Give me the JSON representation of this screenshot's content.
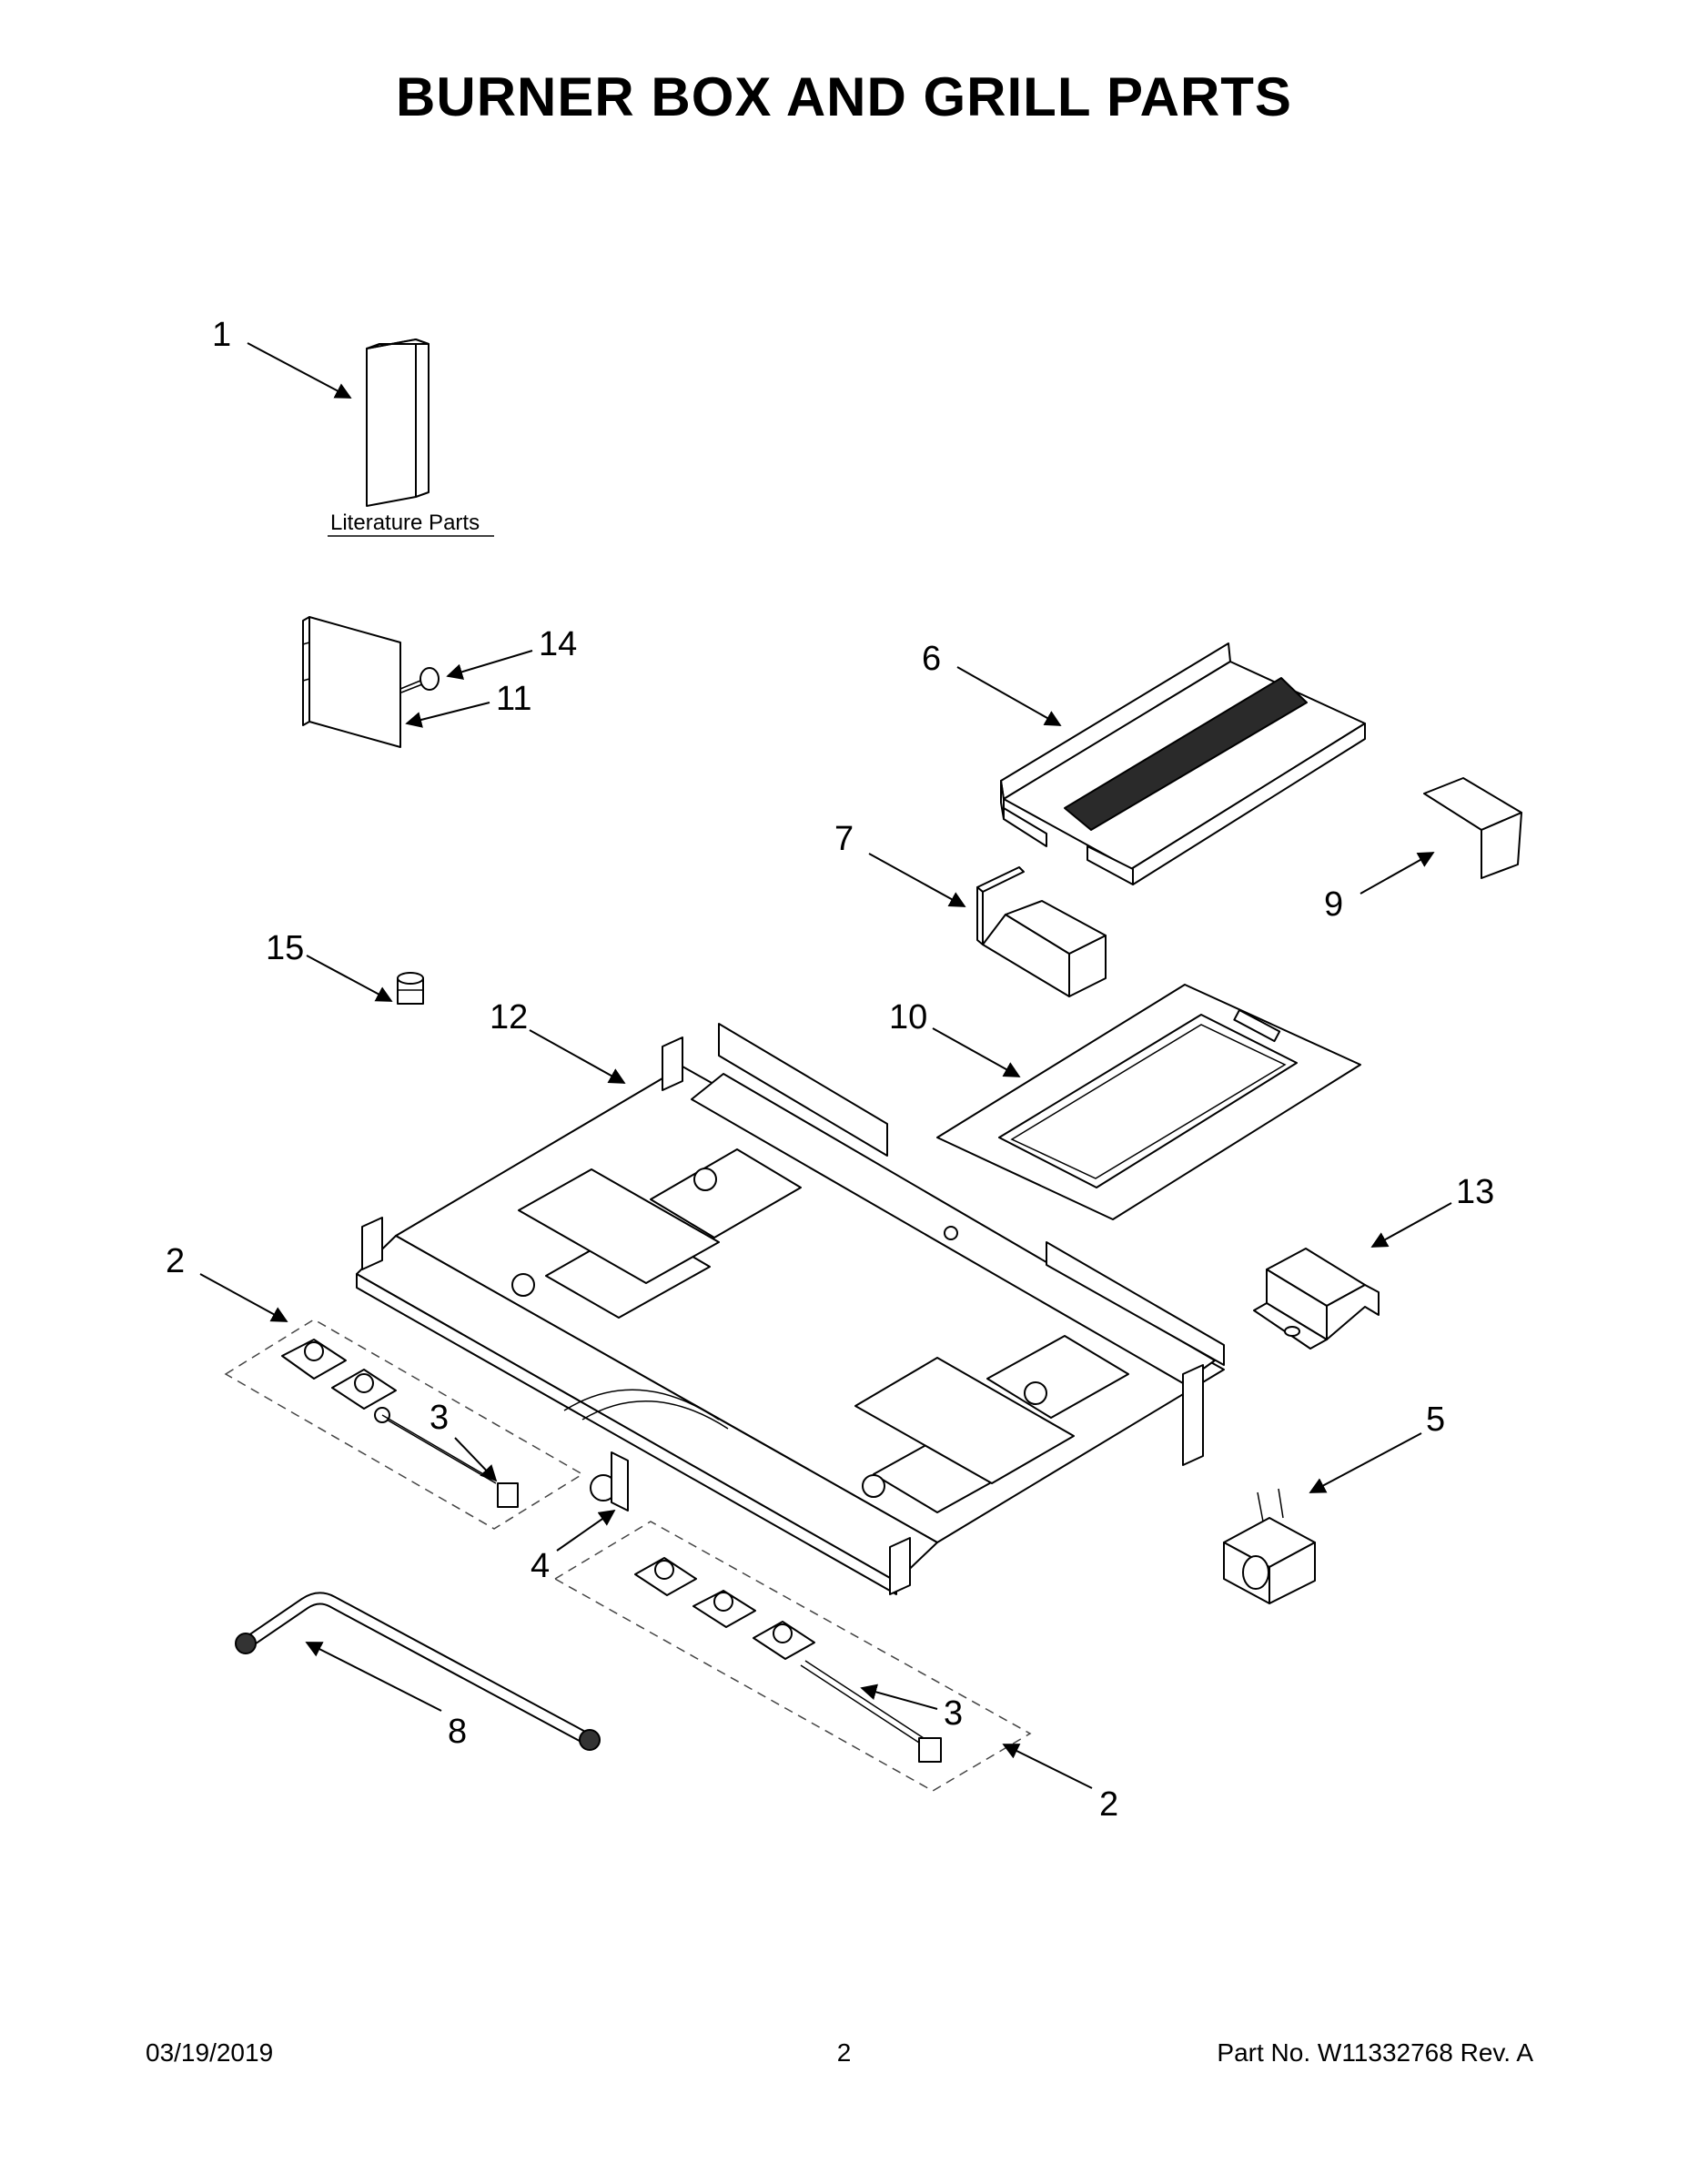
{
  "title": "BURNER BOX AND GRILL PARTS",
  "literature_label": "Literature Parts",
  "callouts": {
    "c1": "1",
    "c2a": "2",
    "c2b": "2",
    "c3a": "3",
    "c3b": "3",
    "c4": "4",
    "c5": "5",
    "c6": "6",
    "c7": "7",
    "c8": "8",
    "c9": "9",
    "c10": "10",
    "c11": "11",
    "c12": "12",
    "c13": "13",
    "c14": "14",
    "c15": "15"
  },
  "footer": {
    "date": "03/19/2019",
    "page": "2",
    "part_number": "Part No.  W11332768  Rev.  A"
  }
}
